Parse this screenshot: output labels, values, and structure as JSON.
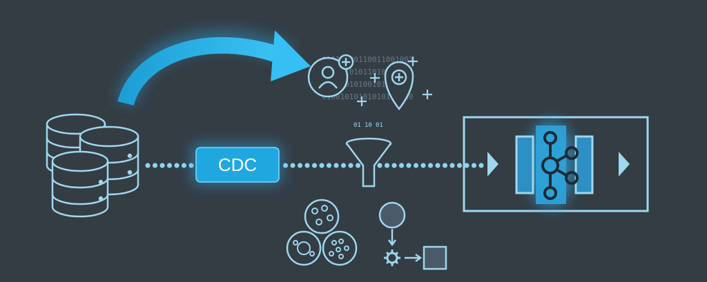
{
  "diagram": {
    "cdc_label": "CDC",
    "binary_stream": [
      "01010100110011001001",
      "01010101011010010101",
      "01001010100101010101",
      "01001010101010101010"
    ],
    "funnel_bits": [
      "01",
      "10",
      "01"
    ],
    "colors": {
      "background": "#343c44",
      "line": "#8fd4ee",
      "accent": "#1fa8e0",
      "glow": "#29b6f6"
    },
    "icons": [
      "database-stack-icon",
      "curved-arrow-icon",
      "add-user-icon",
      "add-location-icon",
      "filter-funnel-icon",
      "grouping-circles-icon",
      "process-flow-icon",
      "kafka-topic-icon",
      "chevron-right-icon"
    ]
  }
}
